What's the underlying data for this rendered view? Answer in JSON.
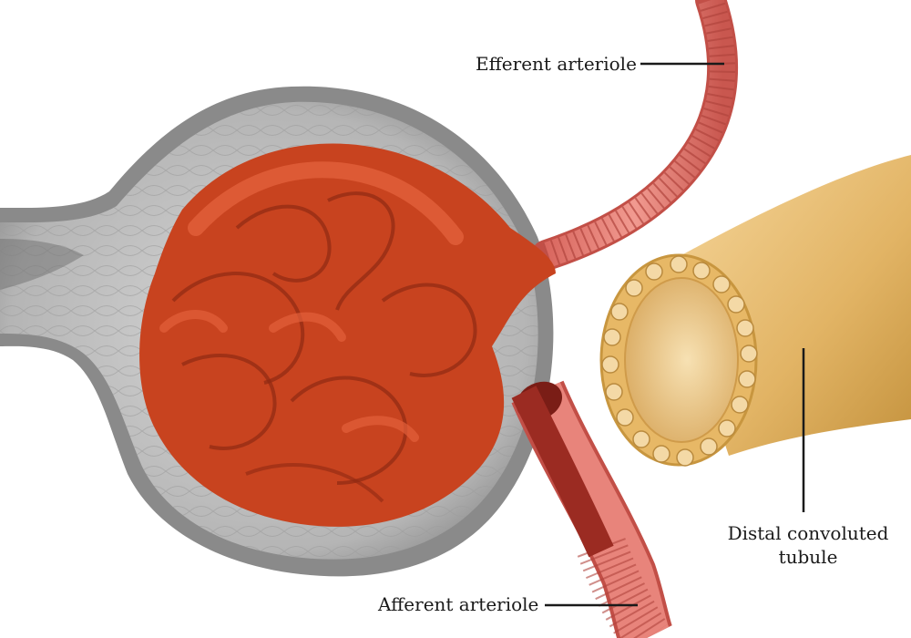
{
  "labels": {
    "efferent": "Efferent arteriole",
    "afferent": "Afferent arteriole",
    "distal": "Distal convoluted tubule"
  },
  "colors": {
    "capillary": "#c8431f",
    "capillary_dark": "#8f2a12",
    "arteriole": "#e58077",
    "arteriole_dark": "#b85550",
    "capsule": "#9a9a9a",
    "tubule": "#e8c07a",
    "tubule_dark": "#b88a3c"
  }
}
